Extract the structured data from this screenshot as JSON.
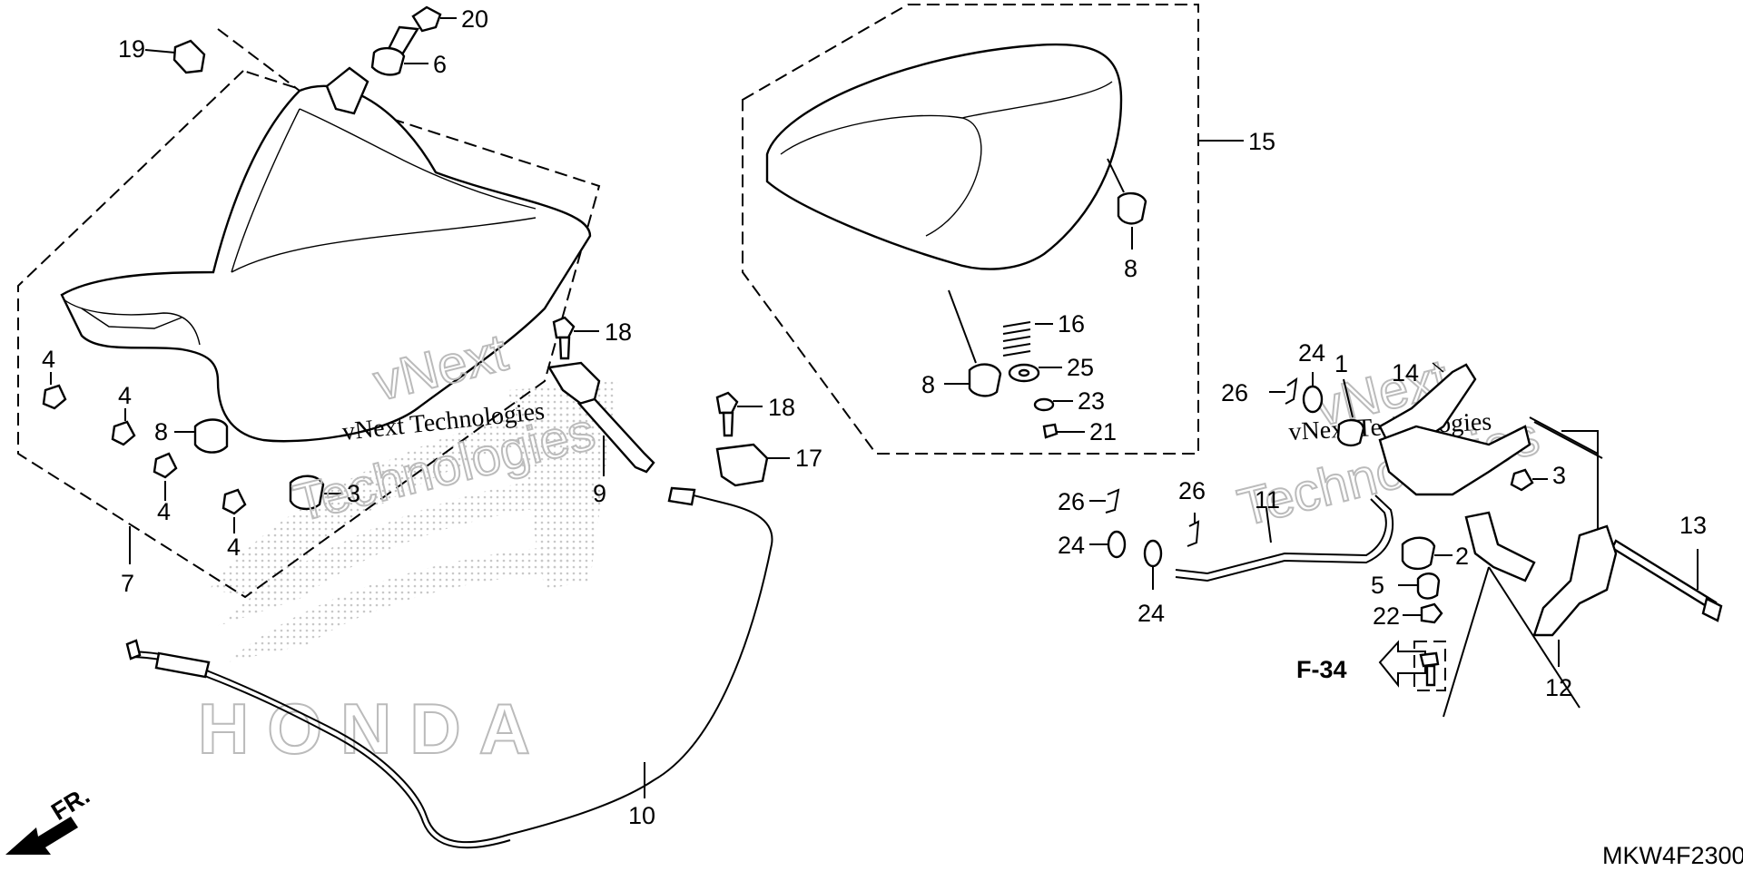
{
  "diagram_code": "MKW4F2300",
  "reference": "F-34",
  "front_marker": "FR.",
  "watermark": {
    "line1": "vNext",
    "line2": "Technologies",
    "inline": "vNext Technologies"
  },
  "brand_mark": "HONDA",
  "callouts": [
    {
      "id": "c19",
      "text": "19"
    },
    {
      "id": "c20",
      "text": "20"
    },
    {
      "id": "c6",
      "text": "6"
    },
    {
      "id": "c4a",
      "text": "4"
    },
    {
      "id": "c4b",
      "text": "4"
    },
    {
      "id": "c4c",
      "text": "4"
    },
    {
      "id": "c4d",
      "text": "4"
    },
    {
      "id": "c8a",
      "text": "8"
    },
    {
      "id": "c3a",
      "text": "3"
    },
    {
      "id": "c7",
      "text": "7"
    },
    {
      "id": "c18a",
      "text": "18"
    },
    {
      "id": "c9",
      "text": "9"
    },
    {
      "id": "c18b",
      "text": "18"
    },
    {
      "id": "c17",
      "text": "17"
    },
    {
      "id": "c10",
      "text": "10"
    },
    {
      "id": "c15",
      "text": "15"
    },
    {
      "id": "c8b",
      "text": "8"
    },
    {
      "id": "c16",
      "text": "16"
    },
    {
      "id": "c8c",
      "text": "8"
    },
    {
      "id": "c25",
      "text": "25"
    },
    {
      "id": "c23",
      "text": "23"
    },
    {
      "id": "c21",
      "text": "21"
    },
    {
      "id": "c24a",
      "text": "24"
    },
    {
      "id": "c1",
      "text": "1"
    },
    {
      "id": "c14",
      "text": "14"
    },
    {
      "id": "c26a",
      "text": "26"
    },
    {
      "id": "c3b",
      "text": "3"
    },
    {
      "id": "c26b",
      "text": "26"
    },
    {
      "id": "c26c",
      "text": "26"
    },
    {
      "id": "c11",
      "text": "11"
    },
    {
      "id": "c24b",
      "text": "24"
    },
    {
      "id": "c24c",
      "text": "24"
    },
    {
      "id": "c2",
      "text": "2"
    },
    {
      "id": "c5",
      "text": "5"
    },
    {
      "id": "c22",
      "text": "22"
    },
    {
      "id": "c13",
      "text": "13"
    },
    {
      "id": "c12",
      "text": "12"
    }
  ]
}
